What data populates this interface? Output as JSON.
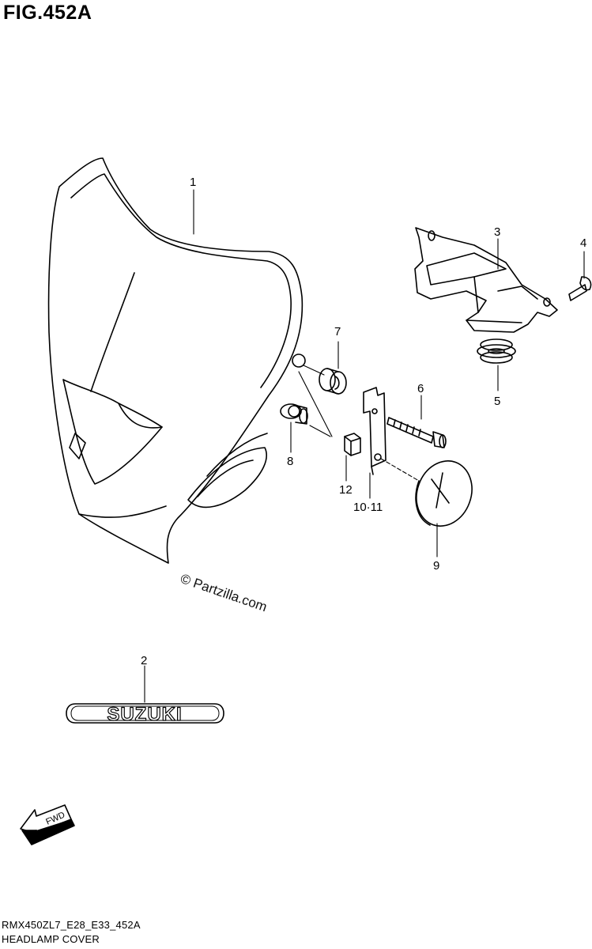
{
  "figure": {
    "title": "FIG.452A",
    "watermark": "© Partzilla.com",
    "footer_code": "RMX450ZL7_E28_E33_452A",
    "footer_name": "HEADLAMP COVER"
  },
  "emblem": {
    "text": "SUZUKI"
  },
  "direction_arrow": {
    "text": "FWD"
  },
  "callouts": [
    {
      "id": "c1",
      "label": "1"
    },
    {
      "id": "c2",
      "label": "2"
    },
    {
      "id": "c3",
      "label": "3"
    },
    {
      "id": "c4",
      "label": "4"
    },
    {
      "id": "c5",
      "label": "5"
    },
    {
      "id": "c6",
      "label": "6"
    },
    {
      "id": "c7",
      "label": "7"
    },
    {
      "id": "c8",
      "label": "8"
    },
    {
      "id": "c9",
      "label": "9"
    },
    {
      "id": "c10",
      "label": "10·11"
    },
    {
      "id": "c12",
      "label": "12"
    }
  ]
}
